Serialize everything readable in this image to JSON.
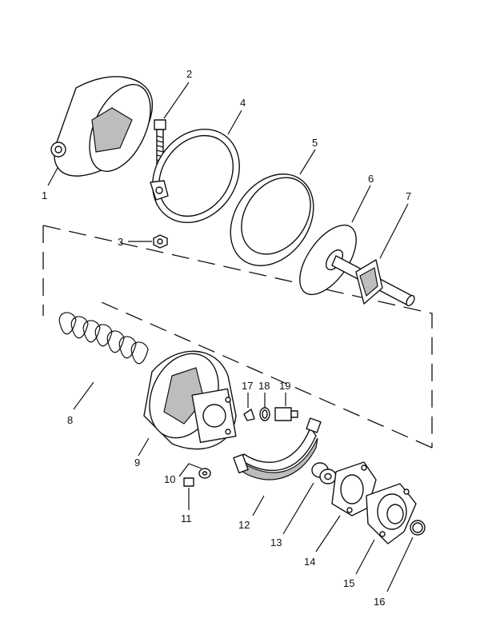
{
  "parts": [
    {
      "number": "1"
    },
    {
      "number": "2"
    },
    {
      "number": "3"
    },
    {
      "number": "4"
    },
    {
      "number": "5"
    },
    {
      "number": "6"
    },
    {
      "number": "7"
    },
    {
      "number": "8"
    },
    {
      "number": "9"
    },
    {
      "number": "10"
    },
    {
      "number": "11"
    },
    {
      "number": "12"
    },
    {
      "number": "13"
    },
    {
      "number": "14"
    },
    {
      "number": "15"
    },
    {
      "number": "16"
    },
    {
      "number": "17"
    },
    {
      "number": "18"
    },
    {
      "number": "19"
    }
  ]
}
